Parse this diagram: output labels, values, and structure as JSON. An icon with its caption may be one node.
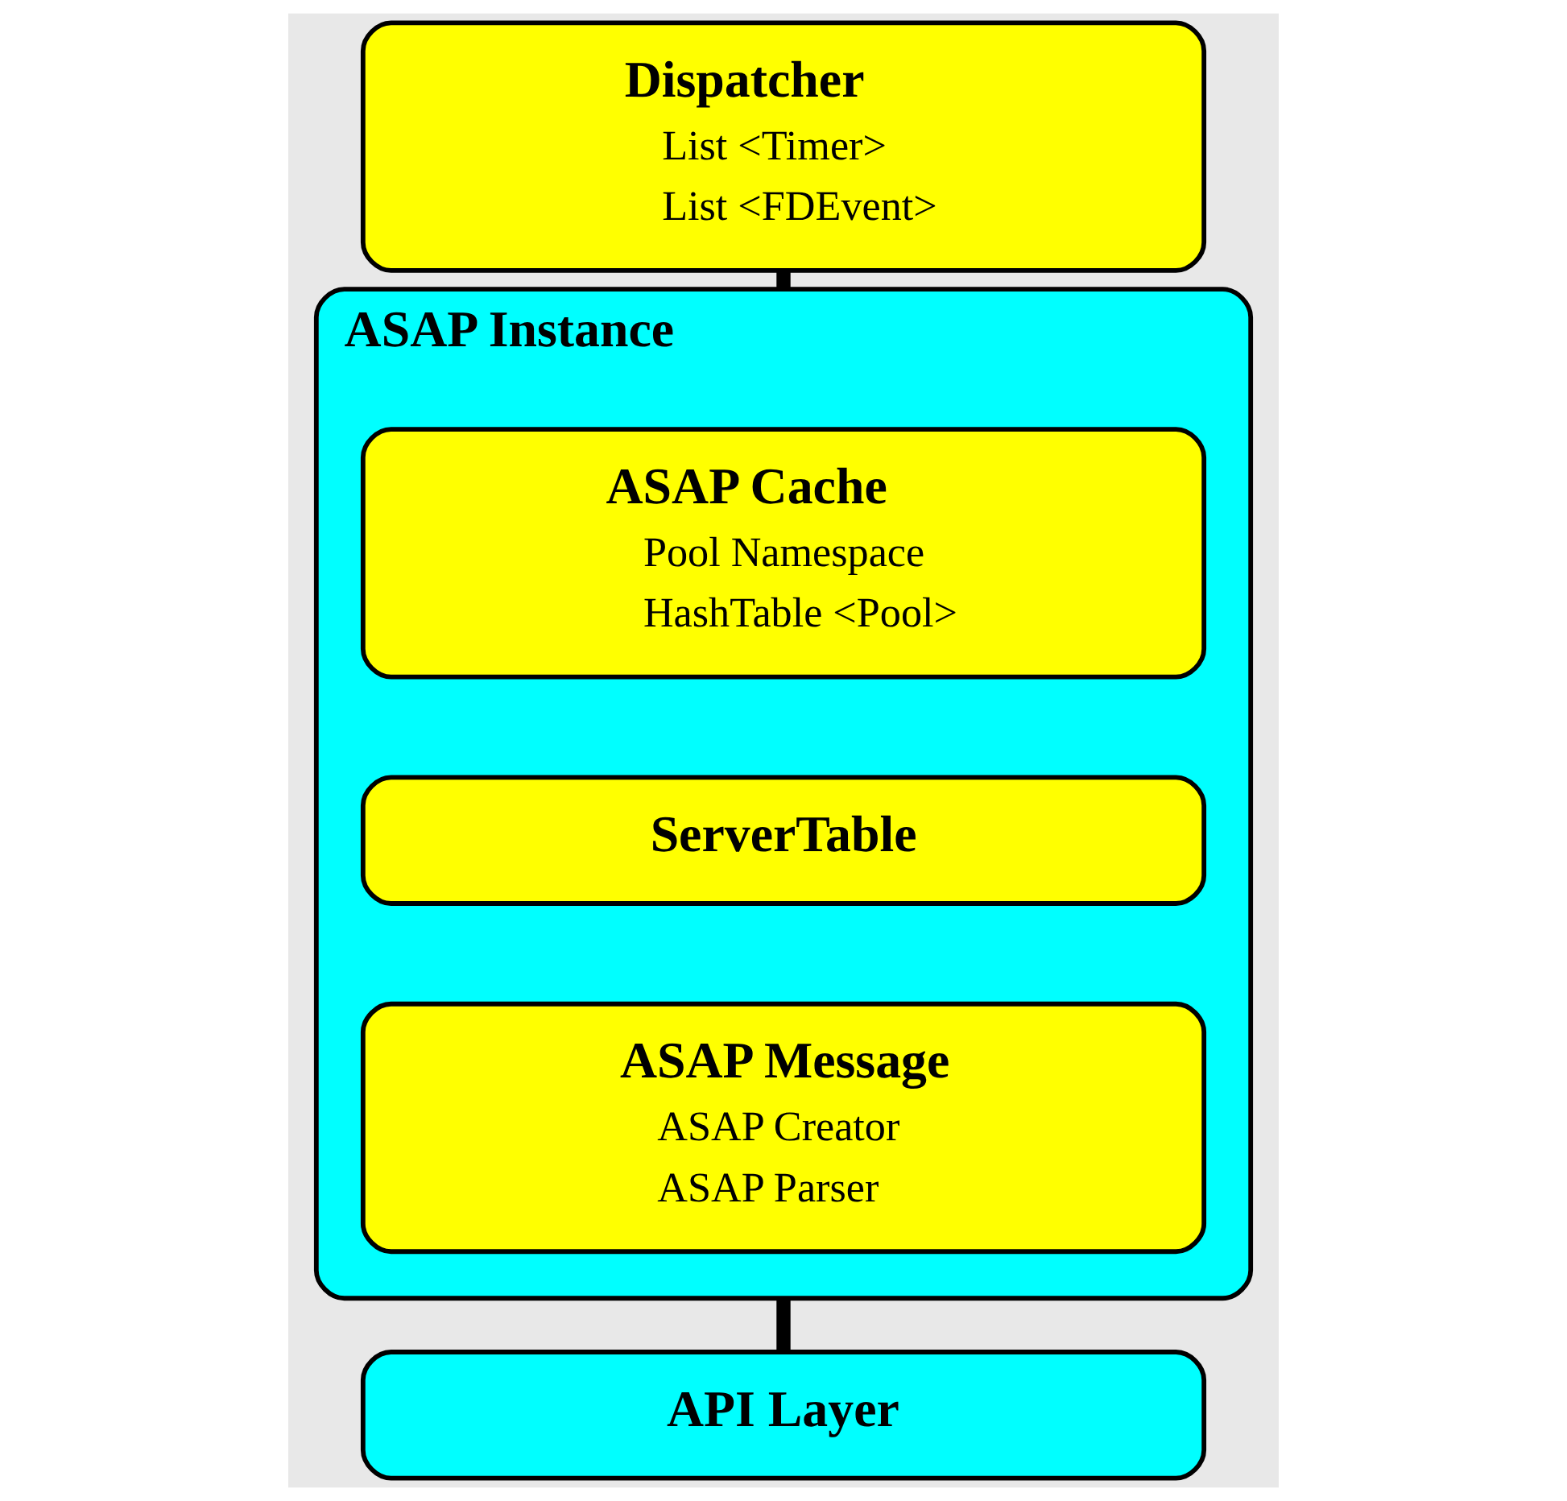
{
  "diagram": {
    "nodes": [
      {
        "text": [
          "Dispatcher",
          "List <Timer>",
          "List <FDEvent>"
        ]
      },
      {
        "text": [
          "ASAP Instance"
        ]
      },
      {
        "text": [
          "ASAP Cache",
          "Pool Namespace",
          "HashTable <Pool>"
        ],
        "in": 1
      },
      {
        "text": [
          "ServerTable"
        ],
        "in": 1
      },
      {
        "text": [
          "ASAP Message",
          "ASAP Creator",
          "ASAP Parser"
        ],
        "in": 1
      },
      {
        "text": [
          "API Layer"
        ]
      }
    ],
    "edges": [
      {
        "from": 0,
        "to": 1,
        "arrow": "none"
      },
      {
        "from": 1,
        "to": 5,
        "arrow": "none"
      }
    ]
  }
}
